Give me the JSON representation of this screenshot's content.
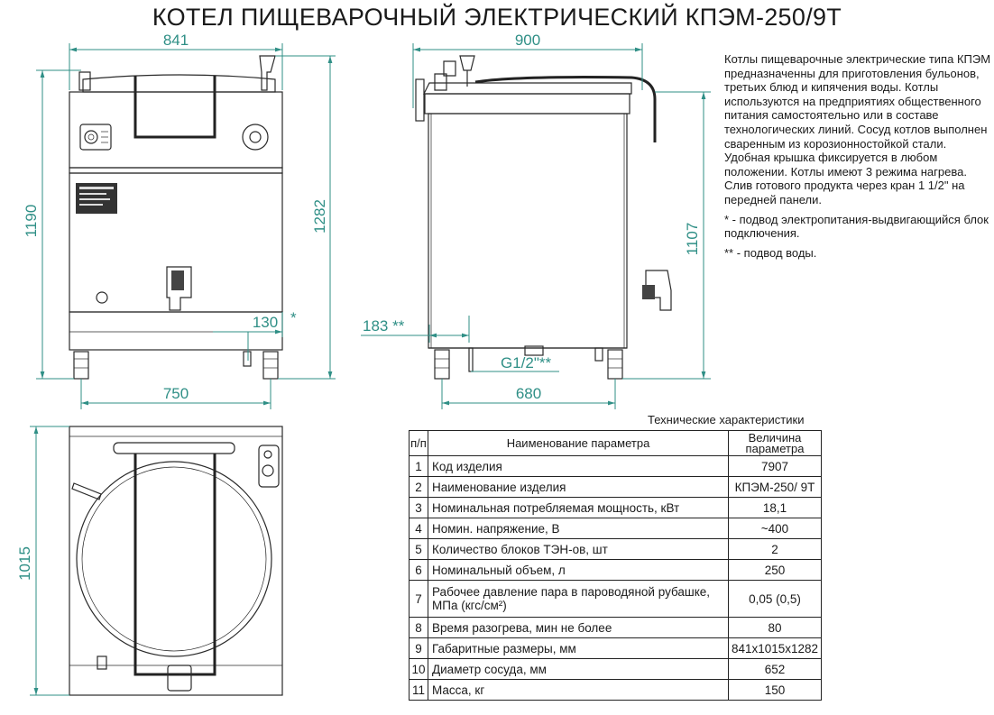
{
  "title": "КОТЕЛ ПИЩЕВАРОЧНЫЙ ЭЛЕКТРИЧЕСКИЙ КПЭМ-250/9Т",
  "dimensions": {
    "front_width_top": "841",
    "front_height_total": "1190",
    "front_height_body": "1282",
    "front_offset": "130",
    "front_offset_mark": "*",
    "front_base_width": "750",
    "side_width_top": "900",
    "side_height": "1107",
    "side_offset": "183 **",
    "side_pipe": "G1/2\"**",
    "side_base_width": "680",
    "top_depth": "1015"
  },
  "description": [
    "Котлы пищеварочные электрические типа КПЭМ предназначенны для приготовления бульонов, третьих блюд и кипячения воды. Котлы используются на предприятиях общественного питания самостоятельно или в составе технологических линий. Сосуд котлов выполнен сваренным из корозионностойкой стали. Удобная крышка фиксируется в любом положении. Котлы имеют 3 режима нагрева. Слив готового продукта через кран 1 1/2\" на передней панели.",
    "* - подвод электропитания-выдвигающийся блок подключения.",
    "** - подвод воды."
  ],
  "specs": {
    "caption": "Технические характеристики",
    "headers": [
      "п/п",
      "Наименование параметра",
      "Величина параметра"
    ],
    "rows": [
      {
        "n": "1",
        "name": "Код изделия",
        "value": "7907"
      },
      {
        "n": "2",
        "name": "Наименование изделия",
        "value": "КПЭМ-250/ 9Т"
      },
      {
        "n": "3",
        "name": "Номинальная потребляемая мощность, кВт",
        "value": "18,1"
      },
      {
        "n": "4",
        "name": "Номин. напряжение, В",
        "value": "~400"
      },
      {
        "n": "5",
        "name": "Количество блоков ТЭН-ов, шт",
        "value": "2"
      },
      {
        "n": "6",
        "name": "Номинальный объем, л",
        "value": "250"
      },
      {
        "n": "7",
        "name": "Рабочее давление пара в пароводяной рубашке, МПа (кгс/см²)",
        "value": "0,05 (0,5)"
      },
      {
        "n": "8",
        "name": "Время разогрева, мин не более",
        "value": "80"
      },
      {
        "n": "9",
        "name": "Габаритные размеры, мм",
        "value": "841x1015x1282"
      },
      {
        "n": "10",
        "name": "Диаметр сосуда, мм",
        "value": "652"
      },
      {
        "n": "11",
        "name": "Масса, кг",
        "value": "150"
      }
    ]
  }
}
